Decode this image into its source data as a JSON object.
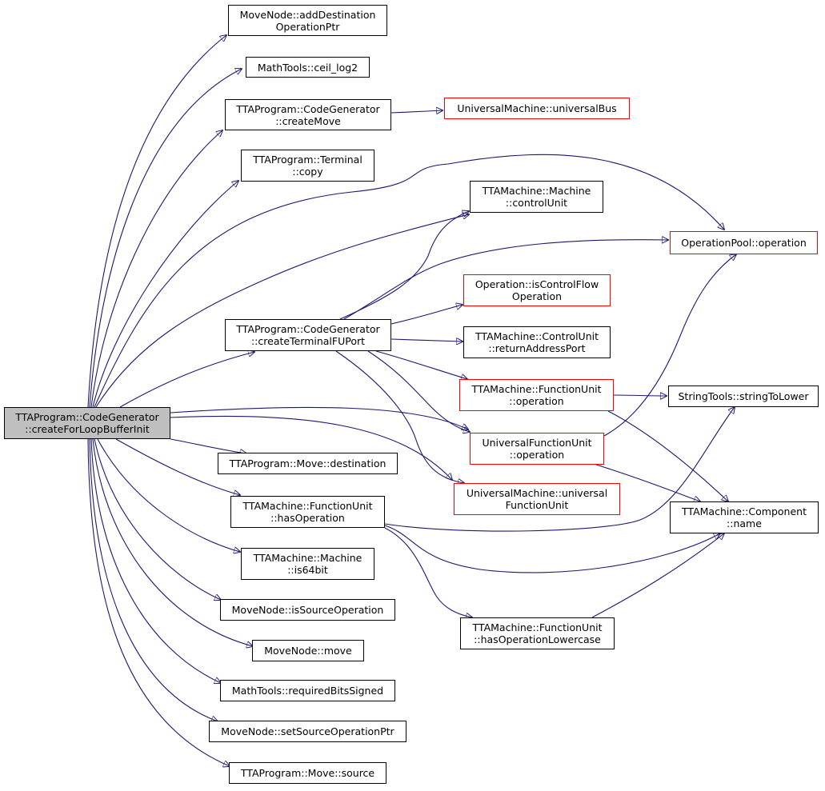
{
  "colors": {
    "edge": "#191970",
    "border_default": "#000000",
    "border_truncated": "#ff0000",
    "root_fill": "#bfbfbf",
    "background": "#ffffff"
  },
  "nodes": [
    {
      "id": "root",
      "label": "TTAProgram::CodeGenerator\n::createForLoopBufferInit",
      "style": "root"
    },
    {
      "id": "n_add_dest",
      "label": "MoveNode::addDestination\nOperationPtr",
      "style": "black"
    },
    {
      "id": "n_ceil_log2",
      "label": "MathTools::ceil_log2",
      "style": "black"
    },
    {
      "id": "n_create_move",
      "label": "TTAProgram::CodeGenerator\n::createMove",
      "style": "black"
    },
    {
      "id": "n_universal_bus",
      "label": "UniversalMachine::universalBus",
      "style": "red"
    },
    {
      "id": "n_terminal_copy",
      "label": "TTAProgram::Terminal\n::copy",
      "style": "black"
    },
    {
      "id": "n_control_unit",
      "label": "TTAMachine::Machine\n::controlUnit",
      "style": "black"
    },
    {
      "id": "n_oppool_operation",
      "label": "OperationPool::operation",
      "style": "red"
    },
    {
      "id": "n_is_control_flow",
      "label": "Operation::isControlFlow\nOperation",
      "style": "red"
    },
    {
      "id": "n_create_terminal_fuport",
      "label": "TTAProgram::CodeGenerator\n::createTerminalFUPort",
      "style": "black"
    },
    {
      "id": "n_return_address_port",
      "label": "TTAMachine::ControlUnit\n::returnAddressPort",
      "style": "black"
    },
    {
      "id": "n_fu_operation",
      "label": "TTAMachine::FunctionUnit\n::operation",
      "style": "red"
    },
    {
      "id": "n_string_to_lower",
      "label": "StringTools::stringToLower",
      "style": "black"
    },
    {
      "id": "n_ufu_operation",
      "label": "UniversalFunctionUnit\n::operation",
      "style": "red"
    },
    {
      "id": "n_move_destination",
      "label": "TTAProgram::Move::destination",
      "style": "black"
    },
    {
      "id": "n_universal_fu",
      "label": "UniversalMachine::universal\nFunctionUnit",
      "style": "red"
    },
    {
      "id": "n_has_operation",
      "label": "TTAMachine::FunctionUnit\n::hasOperation",
      "style": "black"
    },
    {
      "id": "n_component_name",
      "label": "TTAMachine::Component\n::name",
      "style": "black"
    },
    {
      "id": "n_is64bit",
      "label": "TTAMachine::Machine\n::is64bit",
      "style": "black"
    },
    {
      "id": "n_is_source_operation",
      "label": "MoveNode::isSourceOperation",
      "style": "black"
    },
    {
      "id": "n_has_operation_lowercase",
      "label": "TTAMachine::FunctionUnit\n::hasOperationLowercase",
      "style": "black"
    },
    {
      "id": "n_movenode_move",
      "label": "MoveNode::move",
      "style": "black"
    },
    {
      "id": "n_required_bits_signed",
      "label": "MathTools::requiredBitsSigned",
      "style": "black"
    },
    {
      "id": "n_set_source_op_ptr",
      "label": "MoveNode::setSourceOperationPtr",
      "style": "black"
    },
    {
      "id": "n_move_source",
      "label": "TTAProgram::Move::source",
      "style": "black"
    }
  ],
  "edges": [
    {
      "from": "root",
      "to": "n_add_dest"
    },
    {
      "from": "root",
      "to": "n_ceil_log2"
    },
    {
      "from": "root",
      "to": "n_create_move"
    },
    {
      "from": "root",
      "to": "n_terminal_copy"
    },
    {
      "from": "root",
      "to": "n_oppool_operation"
    },
    {
      "from": "root",
      "to": "n_control_unit"
    },
    {
      "from": "root",
      "to": "n_create_terminal_fuport"
    },
    {
      "from": "root",
      "to": "n_ufu_operation"
    },
    {
      "from": "root",
      "to": "n_universal_fu"
    },
    {
      "from": "root",
      "to": "n_move_destination"
    },
    {
      "from": "root",
      "to": "n_has_operation"
    },
    {
      "from": "root",
      "to": "n_is64bit"
    },
    {
      "from": "root",
      "to": "n_is_source_operation"
    },
    {
      "from": "root",
      "to": "n_movenode_move"
    },
    {
      "from": "root",
      "to": "n_required_bits_signed"
    },
    {
      "from": "root",
      "to": "n_set_source_op_ptr"
    },
    {
      "from": "root",
      "to": "n_move_source"
    },
    {
      "from": "n_create_move",
      "to": "n_universal_bus"
    },
    {
      "from": "n_create_terminal_fuport",
      "to": "n_control_unit"
    },
    {
      "from": "n_create_terminal_fuport",
      "to": "n_oppool_operation"
    },
    {
      "from": "n_create_terminal_fuport",
      "to": "n_is_control_flow"
    },
    {
      "from": "n_create_terminal_fuport",
      "to": "n_return_address_port"
    },
    {
      "from": "n_create_terminal_fuport",
      "to": "n_fu_operation"
    },
    {
      "from": "n_create_terminal_fuport",
      "to": "n_ufu_operation"
    },
    {
      "from": "n_create_terminal_fuport",
      "to": "n_universal_fu"
    },
    {
      "from": "n_fu_operation",
      "to": "n_string_to_lower"
    },
    {
      "from": "n_fu_operation",
      "to": "n_component_name"
    },
    {
      "from": "n_ufu_operation",
      "to": "n_oppool_operation"
    },
    {
      "from": "n_ufu_operation",
      "to": "n_component_name"
    },
    {
      "from": "n_has_operation",
      "to": "n_string_to_lower"
    },
    {
      "from": "n_has_operation",
      "to": "n_component_name"
    },
    {
      "from": "n_has_operation",
      "to": "n_has_operation_lowercase"
    },
    {
      "from": "n_has_operation_lowercase",
      "to": "n_component_name"
    }
  ]
}
